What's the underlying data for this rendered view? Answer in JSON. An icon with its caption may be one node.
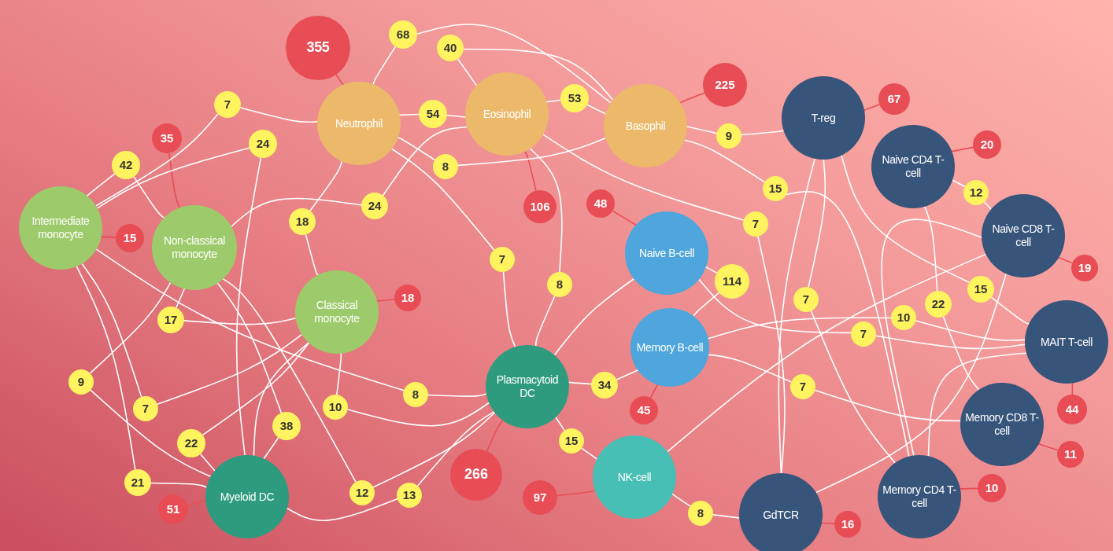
{
  "diagram": {
    "nodes": [
      {
        "text": [
          "Intermediate monocyte"
        ]
      },
      {
        "text": [
          "Non-classical monocyte"
        ]
      },
      {
        "text": [
          "Classical monocyte"
        ]
      },
      {
        "text": [
          "Neutrophil"
        ]
      },
      {
        "text": [
          "Eosinophil"
        ]
      },
      {
        "text": [
          "Basophil"
        ]
      },
      {
        "text": [
          "Myeloid DC"
        ]
      },
      {
        "text": [
          "Plasmacytoid DC"
        ]
      },
      {
        "text": [
          "Naive B-cell"
        ]
      },
      {
        "text": [
          "Memory B-cell"
        ]
      },
      {
        "text": [
          "NK-cell"
        ]
      },
      {
        "text": [
          "T-reg"
        ]
      },
      {
        "text": [
          "Naive CD4 T-cell"
        ]
      },
      {
        "text": [
          "Naive CD8 T-cell"
        ]
      },
      {
        "text": [
          "MAIT T-cell"
        ]
      },
      {
        "text": [
          "Memory CD8 T-cell"
        ]
      },
      {
        "text": [
          "Memory CD4 T-cell"
        ]
      },
      {
        "text": [
          "GdTCR"
        ]
      },
      {
        "text": [
          "355"
        ]
      },
      {
        "text": [
          "35"
        ]
      },
      {
        "text": [
          "15"
        ]
      },
      {
        "text": [
          "18"
        ]
      },
      {
        "text": [
          "51"
        ]
      },
      {
        "text": [
          "106"
        ]
      },
      {
        "text": [
          "48"
        ]
      },
      {
        "text": [
          "225"
        ]
      },
      {
        "text": [
          "67"
        ]
      },
      {
        "text": [
          "20"
        ]
      },
      {
        "text": [
          "19"
        ]
      },
      {
        "text": [
          "44"
        ]
      },
      {
        "text": [
          "11"
        ]
      },
      {
        "text": [
          "10"
        ]
      },
      {
        "text": [
          "16"
        ]
      },
      {
        "text": [
          "45"
        ]
      },
      {
        "text": [
          "266"
        ]
      },
      {
        "text": [
          "97"
        ]
      },
      {
        "text": [
          "68"
        ]
      },
      {
        "text": [
          "40"
        ]
      },
      {
        "text": [
          "7"
        ]
      },
      {
        "text": [
          "54"
        ]
      },
      {
        "text": [
          "53"
        ]
      },
      {
        "text": [
          "9"
        ]
      },
      {
        "text": [
          "24"
        ]
      },
      {
        "text": [
          "42"
        ]
      },
      {
        "text": [
          "8"
        ]
      },
      {
        "text": [
          "15"
        ]
      },
      {
        "text": [
          "24"
        ]
      },
      {
        "text": [
          "18"
        ]
      },
      {
        "text": [
          "7"
        ]
      },
      {
        "text": [
          "7"
        ]
      },
      {
        "text": [
          "114"
        ]
      },
      {
        "text": [
          "8"
        ]
      },
      {
        "text": [
          "7"
        ]
      },
      {
        "text": [
          "15"
        ]
      },
      {
        "text": [
          "22"
        ]
      },
      {
        "text": [
          "10"
        ]
      },
      {
        "text": [
          "17"
        ]
      },
      {
        "text": [
          "7"
        ]
      },
      {
        "text": [
          "9"
        ]
      },
      {
        "text": [
          "8"
        ]
      },
      {
        "text": [
          "34"
        ]
      },
      {
        "text": [
          "7"
        ]
      },
      {
        "text": [
          "10"
        ]
      },
      {
        "text": [
          "7"
        ]
      },
      {
        "text": [
          "38"
        ]
      },
      {
        "text": [
          "22"
        ]
      },
      {
        "text": [
          "15"
        ]
      },
      {
        "text": [
          "21"
        ]
      },
      {
        "text": [
          "12"
        ]
      },
      {
        "text": [
          "13"
        ]
      },
      {
        "text": [
          "8"
        ]
      },
      {
        "text": [
          "12"
        ]
      }
    ],
    "edges": [
      {
        "from": 18,
        "to": 3,
        "arrow": "none",
        "color": "#e84d55"
      },
      {
        "from": 19,
        "to": 1,
        "arrow": "none",
        "color": "#e84d55"
      },
      {
        "from": 20,
        "to": 0,
        "arrow": "none",
        "color": "#e84d55"
      },
      {
        "from": 21,
        "to": 2,
        "arrow": "none",
        "color": "#e84d55"
      },
      {
        "from": 22,
        "to": 6,
        "arrow": "none",
        "color": "#e84d55"
      },
      {
        "from": 23,
        "to": 4,
        "arrow": "none",
        "color": "#e84d55"
      },
      {
        "from": 24,
        "to": 8,
        "arrow": "none",
        "color": "#e84d55"
      },
      {
        "from": 25,
        "to": 5,
        "arrow": "none",
        "color": "#e84d55"
      },
      {
        "from": 26,
        "to": 11,
        "arrow": "none",
        "color": "#e84d55"
      },
      {
        "from": 27,
        "to": 12,
        "arrow": "none",
        "color": "#e84d55"
      },
      {
        "from": 28,
        "to": 13,
        "arrow": "none",
        "color": "#e84d55"
      },
      {
        "from": 29,
        "to": 14,
        "arrow": "none",
        "color": "#e84d55"
      },
      {
        "from": 30,
        "to": 15,
        "arrow": "none",
        "color": "#e84d55"
      },
      {
        "from": 31,
        "to": 16,
        "arrow": "none",
        "color": "#e84d55"
      },
      {
        "from": 32,
        "to": 17,
        "arrow": "none",
        "color": "#e84d55"
      },
      {
        "from": 33,
        "to": 9,
        "arrow": "none",
        "color": "#e84d55"
      },
      {
        "from": 34,
        "to": 7,
        "arrow": "none",
        "color": "#e84d55"
      },
      {
        "from": 35,
        "to": 10,
        "arrow": "none",
        "color": "#e84d55"
      },
      {
        "from": 3,
        "to": 36,
        "arrow": "none"
      },
      {
        "from": 36,
        "to": 5,
        "arrow": "none"
      },
      {
        "from": 4,
        "to": 37,
        "arrow": "none"
      },
      {
        "from": 37,
        "to": 5,
        "arrow": "none"
      },
      {
        "from": 0,
        "to": 38,
        "arrow": "none"
      },
      {
        "from": 38,
        "to": 3,
        "arrow": "none"
      },
      {
        "from": 3,
        "to": 39,
        "arrow": "none"
      },
      {
        "from": 39,
        "to": 4,
        "arrow": "none"
      },
      {
        "from": 4,
        "to": 40,
        "arrow": "none"
      },
      {
        "from": 40,
        "to": 5,
        "arrow": "none"
      },
      {
        "from": 5,
        "to": 41,
        "arrow": "none"
      },
      {
        "from": 41,
        "to": 11,
        "arrow": "none"
      },
      {
        "from": 0,
        "to": 42,
        "arrow": "none"
      },
      {
        "from": 42,
        "to": 6,
        "arrow": "none"
      },
      {
        "from": 0,
        "to": 43,
        "arrow": "none"
      },
      {
        "from": 43,
        "to": 1,
        "arrow": "none"
      },
      {
        "from": 3,
        "to": 44,
        "arrow": "none"
      },
      {
        "from": 44,
        "to": 5,
        "arrow": "none"
      },
      {
        "from": 5,
        "to": 45,
        "arrow": "none"
      },
      {
        "from": 45,
        "to": 16,
        "arrow": "none"
      },
      {
        "from": 1,
        "to": 46,
        "arrow": "none"
      },
      {
        "from": 46,
        "to": 4,
        "arrow": "none"
      },
      {
        "from": 3,
        "to": 47,
        "arrow": "none"
      },
      {
        "from": 47,
        "to": 2,
        "arrow": "none"
      },
      {
        "from": 4,
        "to": 48,
        "arrow": "none"
      },
      {
        "from": 48,
        "to": 17,
        "arrow": "none"
      },
      {
        "from": 3,
        "to": 49,
        "arrow": "none"
      },
      {
        "from": 49,
        "to": 7,
        "arrow": "none"
      },
      {
        "from": 8,
        "to": 50,
        "arrow": "none"
      },
      {
        "from": 50,
        "to": 9,
        "arrow": "none"
      },
      {
        "from": 4,
        "to": 51,
        "arrow": "none"
      },
      {
        "from": 51,
        "to": 7,
        "arrow": "none"
      },
      {
        "from": 11,
        "to": 52,
        "arrow": "none"
      },
      {
        "from": 52,
        "to": 16,
        "arrow": "none"
      },
      {
        "from": 11,
        "to": 53,
        "arrow": "none"
      },
      {
        "from": 53,
        "to": 14,
        "arrow": "none"
      },
      {
        "from": 12,
        "to": 54,
        "arrow": "none"
      },
      {
        "from": 54,
        "to": 15,
        "arrow": "none"
      },
      {
        "from": 9,
        "to": 55,
        "arrow": "none"
      },
      {
        "from": 55,
        "to": 14,
        "arrow": "none"
      },
      {
        "from": 1,
        "to": 56,
        "arrow": "none"
      },
      {
        "from": 56,
        "to": 2,
        "arrow": "none"
      },
      {
        "from": 8,
        "to": 57,
        "arrow": "none"
      },
      {
        "from": 57,
        "to": 14,
        "arrow": "none"
      },
      {
        "from": 1,
        "to": 58,
        "arrow": "none"
      },
      {
        "from": 58,
        "to": 6,
        "arrow": "none"
      },
      {
        "from": 0,
        "to": 59,
        "arrow": "none"
      },
      {
        "from": 59,
        "to": 7,
        "arrow": "none"
      },
      {
        "from": 7,
        "to": 60,
        "arrow": "none"
      },
      {
        "from": 60,
        "to": 9,
        "arrow": "none"
      },
      {
        "from": 9,
        "to": 61,
        "arrow": "none"
      },
      {
        "from": 61,
        "to": 15,
        "arrow": "none"
      },
      {
        "from": 2,
        "to": 62,
        "arrow": "none"
      },
      {
        "from": 62,
        "to": 7,
        "arrow": "none"
      },
      {
        "from": 0,
        "to": 63,
        "arrow": "none"
      },
      {
        "from": 63,
        "to": 2,
        "arrow": "none"
      },
      {
        "from": 1,
        "to": 64,
        "arrow": "none"
      },
      {
        "from": 64,
        "to": 6,
        "arrow": "none"
      },
      {
        "from": 2,
        "to": 65,
        "arrow": "none"
      },
      {
        "from": 65,
        "to": 6,
        "arrow": "none"
      },
      {
        "from": 7,
        "to": 66,
        "arrow": "none"
      },
      {
        "from": 66,
        "to": 10,
        "arrow": "none"
      },
      {
        "from": 0,
        "to": 67,
        "arrow": "none"
      },
      {
        "from": 67,
        "to": 6,
        "arrow": "none"
      },
      {
        "from": 1,
        "to": 68,
        "arrow": "none"
      },
      {
        "from": 68,
        "to": 7,
        "arrow": "none"
      },
      {
        "from": 6,
        "to": 69,
        "arrow": "none"
      },
      {
        "from": 69,
        "to": 7,
        "arrow": "none"
      },
      {
        "from": 10,
        "to": 70,
        "arrow": "none"
      },
      {
        "from": 70,
        "to": 17,
        "arrow": "none"
      },
      {
        "from": 12,
        "to": 71,
        "arrow": "none"
      },
      {
        "from": 71,
        "to": 13,
        "arrow": "none"
      },
      {
        "from": 10,
        "to": 13,
        "arrow": "none"
      },
      {
        "from": 17,
        "to": 13,
        "arrow": "none"
      },
      {
        "from": 16,
        "to": 13,
        "arrow": "none"
      },
      {
        "from": 2,
        "to": 6,
        "arrow": "none"
      },
      {
        "from": 7,
        "to": 8,
        "arrow": "none"
      },
      {
        "from": 11,
        "to": 17,
        "arrow": "none"
      },
      {
        "from": 14,
        "to": 16,
        "arrow": "none"
      }
    ]
  }
}
